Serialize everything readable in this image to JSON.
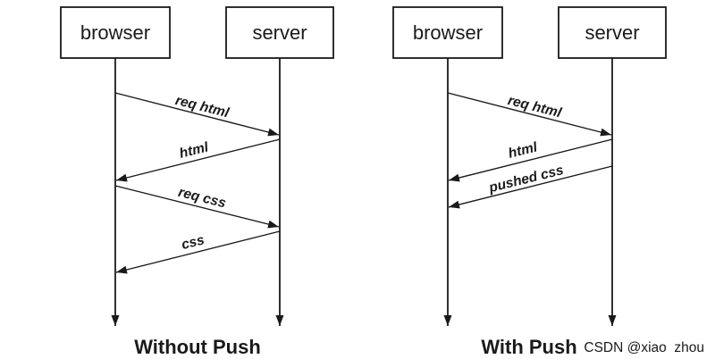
{
  "colors": {
    "ink": "#1a1a1a",
    "background": "#ffffff",
    "watermark": "#b3afb5"
  },
  "diagrams": [
    {
      "caption": "Without Push",
      "actors": [
        {
          "label": "browser"
        },
        {
          "label": "server"
        }
      ],
      "messages": [
        {
          "label": "req html",
          "from": "browser",
          "to": "server"
        },
        {
          "label": "html",
          "from": "server",
          "to": "browser"
        },
        {
          "label": "req css",
          "from": "browser",
          "to": "server"
        },
        {
          "label": "css",
          "from": "server",
          "to": "browser"
        }
      ]
    },
    {
      "caption": "With Push",
      "actors": [
        {
          "label": "browser"
        },
        {
          "label": "server"
        }
      ],
      "messages": [
        {
          "label": "req html",
          "from": "browser",
          "to": "server"
        },
        {
          "label": "html",
          "from": "server",
          "to": "browser"
        },
        {
          "label": "pushed css",
          "from": "server",
          "to": "browser"
        }
      ]
    }
  ],
  "watermark": {
    "text": "CSDN @xiao  zhou",
    "color": "#b3afb5"
  }
}
